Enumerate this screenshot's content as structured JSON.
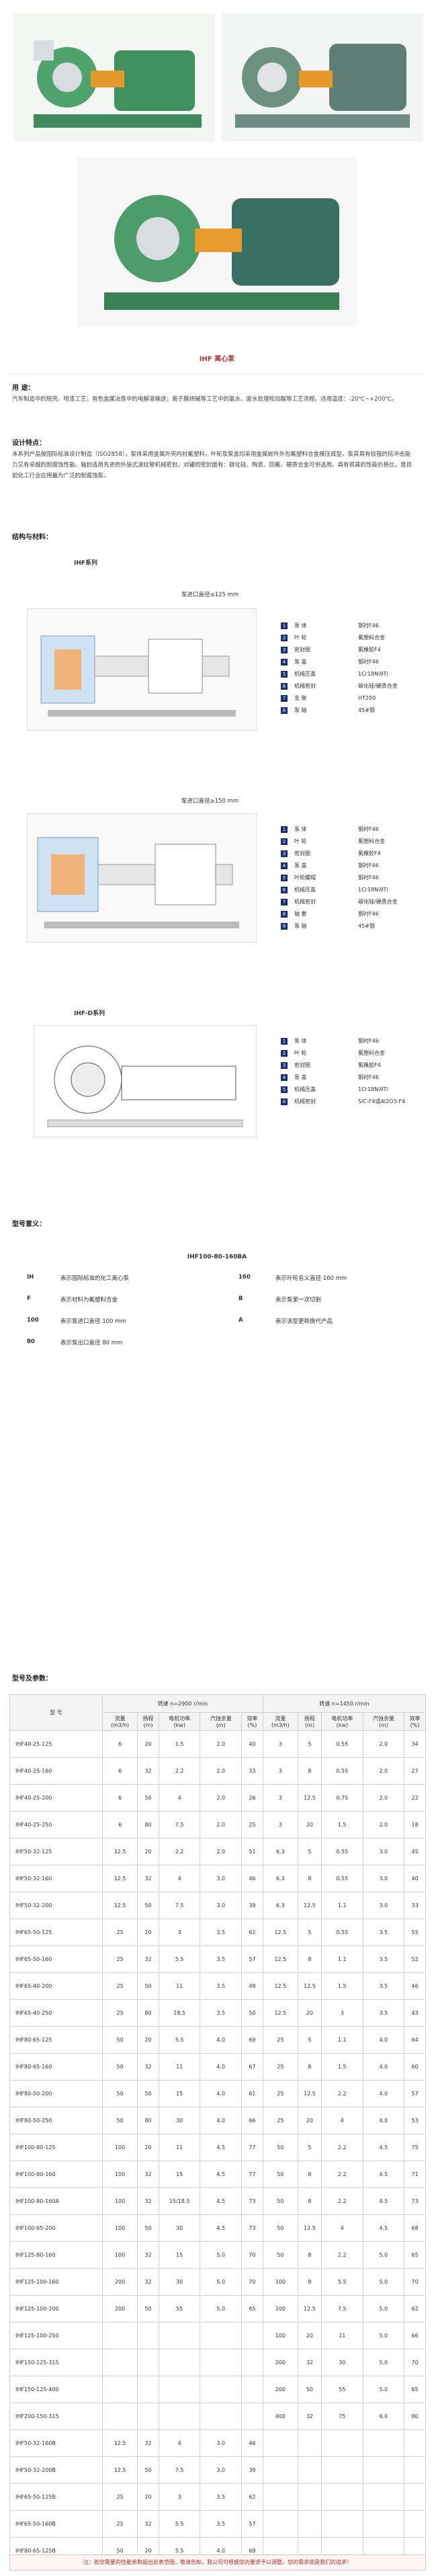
{
  "product_title": "IHF 离心泵",
  "sections": {
    "usage_title": "用 途：",
    "usage_text": "汽车制造中的脱壳、喷漆工艺；有色金属冶炼中的电解液输送；离子膜烧碱等工艺中的氯水、废水处理和加酸等工艺流程。适用温度：-20℃~+200℃。",
    "design_title": "设计特点：",
    "design_text": "本系列产品按国际标准设计制造（ISO2858），泵体采用金属外壳内衬氟塑料，叶轮及泵盖均采用金属嵌件外包氟塑料合金模压成型，泵其具有较强的抗冲击能力又有卓越的耐腐蚀性能。轴封选用先进的外装式波纹管机械密封，对罐的密封面有：碳化硅、陶瓷、四氟、硬质合金可供选用。具有很高的性能价格比，是目前化工行业应用最为广泛的耐腐蚀泵。",
    "structure_title": "结构与材料：",
    "ihf_series": "IHF系列",
    "diagram1_caption": "泵进口直径≤125 mm",
    "diagram2_caption": "泵进口直径≥150 mm",
    "ihf_d_series": "IHF-D系列",
    "model_title": "型号意义：",
    "model_example": "IHF100-80-160BA",
    "spec_title": "型号及参数："
  },
  "parts1": [
    {
      "n": "1",
      "name": "泵 体",
      "mat": "钢衬F46"
    },
    {
      "n": "2",
      "name": "叶 轮",
      "mat": "氟塑料合金"
    },
    {
      "n": "3",
      "name": "密封圈",
      "mat": "氟橡胶F4"
    },
    {
      "n": "4",
      "name": "泵 盖",
      "mat": "钢衬F46"
    },
    {
      "n": "5",
      "name": "机械压盖",
      "mat": "1Cr18Ni9Ti"
    },
    {
      "n": "6",
      "name": "机械密封",
      "mat": "碳化硅/硬质合金"
    },
    {
      "n": "7",
      "name": "支 架",
      "mat": "HT200"
    },
    {
      "n": "8",
      "name": "泵 轴",
      "mat": "45#钢"
    }
  ],
  "parts2": [
    {
      "n": "1",
      "name": "泵 体",
      "mat": "钢衬F46"
    },
    {
      "n": "2",
      "name": "叶 轮",
      "mat": "氟塑料合金"
    },
    {
      "n": "3",
      "name": "密封圈",
      "mat": "氟橡胶F4"
    },
    {
      "n": "4",
      "name": "泵 盖",
      "mat": "钢衬F46"
    },
    {
      "n": "5",
      "name": "叶轮螺帽",
      "mat": "钢衬F46"
    },
    {
      "n": "6",
      "name": "机械压盖",
      "mat": "1Cr18Ni9Ti"
    },
    {
      "n": "7",
      "name": "机械密封",
      "mat": "碳化硅/硬质合金"
    },
    {
      "n": "8",
      "name": "轴 套",
      "mat": "钢衬F46"
    },
    {
      "n": "9",
      "name": "泵 轴",
      "mat": "45#钢"
    }
  ],
  "parts3": [
    {
      "n": "1",
      "name": "泵 体",
      "mat": "钢衬F46"
    },
    {
      "n": "2",
      "name": "叶 轮",
      "mat": "氟塑料合金"
    },
    {
      "n": "3",
      "name": "密封圈",
      "mat": "氟橡胶F4"
    },
    {
      "n": "4",
      "name": "泵 盖",
      "mat": "钢衬F46"
    },
    {
      "n": "5",
      "name": "机械压盖",
      "mat": "1Cr18Ni9Ti"
    },
    {
      "n": "6",
      "name": "机械密封",
      "mat": "SiC-F4或Al2O3-F4"
    }
  ],
  "model_meaning": [
    {
      "code": "IH",
      "desc": "表示国际标准的化工离心泵",
      "code2": "160",
      "desc2": "表示叶轮名义直径 160 mm"
    },
    {
      "code": "F",
      "desc": "表示材料为氟塑料合金",
      "code2": "B",
      "desc2": "表示泵第一次切割"
    },
    {
      "code": "100",
      "desc": "表示泵进口直径 100 mm",
      "code2": "A",
      "desc2": "表示该型更新换代产品"
    },
    {
      "code": "80",
      "desc": "表示泵出口直径 80 mm",
      "code2": "",
      "desc2": ""
    }
  ],
  "spec": {
    "h_model": "型 号",
    "h_speed1": "转速 n=2900 r/min",
    "h_speed2": "转速 n=1450 r/min",
    "cols": [
      "流量\n(m3/h)",
      "扬程\n(m)",
      "电机功率\n(kw)",
      "汽蚀余量\n(m)",
      "效率\n(%)",
      "流量\n(m3/h)",
      "扬程\n(m)",
      "电机功率\n(kw)",
      "汽蚀余量\n(m)",
      "效率\n(%)"
    ],
    "rows": [
      [
        "IHF40-25-125",
        "6",
        "20",
        "1.5",
        "2.0",
        "40",
        "3",
        "5",
        "0.55",
        "2.0",
        "34"
      ],
      [
        "IHF40-25-160",
        "6",
        "32",
        "2.2",
        "2.0",
        "33",
        "3",
        "8",
        "0.55",
        "2.0",
        "27"
      ],
      [
        "IHF40-25-200",
        "6",
        "50",
        "4",
        "2.0",
        "26",
        "3",
        "12.5",
        "0.75",
        "2.0",
        "22"
      ],
      [
        "IHF40-25-250",
        "6",
        "80",
        "7.5",
        "2.0",
        "25",
        "3",
        "20",
        "1.5",
        "2.0",
        "18"
      ],
      [
        "IHF50-32-125",
        "12.5",
        "20",
        "2.2",
        "2.0",
        "51",
        "6.3",
        "5",
        "0.55",
        "3.0",
        "45"
      ],
      [
        "IHF50-32-160",
        "12.5",
        "32",
        "4",
        "3.0",
        "46",
        "6.3",
        "8",
        "0.55",
        "3.0",
        "40"
      ],
      [
        "IHF50-32-200",
        "12.5",
        "50",
        "7.5",
        "3.0",
        "39",
        "6.3",
        "12.5",
        "1.1",
        "3.0",
        "33"
      ],
      [
        "IHF65-50-125",
        "25",
        "20",
        "3",
        "3.5",
        "62",
        "12.5",
        "5",
        "0.55",
        "3.5",
        "55"
      ],
      [
        "IHF65-50-160",
        "25",
        "32",
        "5.5",
        "3.5",
        "57",
        "12.5",
        "8",
        "1.1",
        "3.5",
        "52"
      ],
      [
        "IHF65-40-200",
        "25",
        "50",
        "11",
        "3.5",
        "48",
        "12.5",
        "12.5",
        "1.5",
        "3.5",
        "46"
      ],
      [
        "IHF65-40-250",
        "25",
        "80",
        "18.5",
        "3.5",
        "50",
        "12.5",
        "20",
        "3",
        "3.5",
        "43"
      ],
      [
        "IHF80-65-125",
        "50",
        "20",
        "5.5",
        "4.0",
        "69",
        "25",
        "5",
        "1.1",
        "4.0",
        "64"
      ],
      [
        "IHF80-65-160",
        "50",
        "32",
        "11",
        "4.0",
        "67",
        "25",
        "8",
        "1.5",
        "4.0",
        "60"
      ],
      [
        "IHF80-50-200",
        "50",
        "50",
        "15",
        "4.0",
        "61",
        "25",
        "12.5",
        "2.2",
        "4.0",
        "57"
      ],
      [
        "IHF80-50-250",
        "50",
        "80",
        "30",
        "4.0",
        "66",
        "25",
        "20",
        "4",
        "4.0",
        "53"
      ],
      [
        "IHF100-80-125",
        "100",
        "20",
        "11",
        "4.5",
        "77",
        "50",
        "5",
        "2.2",
        "4.5",
        "75"
      ],
      [
        "IHF100-80-160",
        "100",
        "32",
        "15",
        "4.5",
        "77",
        "50",
        "8",
        "2.2",
        "4.5",
        "71"
      ],
      [
        "IHF100-80-160A",
        "100",
        "32",
        "15/18.5",
        "4.5",
        "73",
        "50",
        "8",
        "2.2",
        "4.5",
        "73"
      ],
      [
        "IHF100-65-200",
        "100",
        "50",
        "30",
        "4.5",
        "73",
        "50",
        "12.5",
        "4",
        "4.5",
        "68"
      ],
      [
        "IHF125-80-160",
        "100",
        "32",
        "15",
        "5.0",
        "70",
        "50",
        "8",
        "2.2",
        "5.0",
        "65"
      ],
      [
        "IHF125-100-160",
        "200",
        "32",
        "30",
        "5.0",
        "70",
        "100",
        "8",
        "5.5",
        "5.0",
        "70"
      ],
      [
        "IHF125-100-200",
        "200",
        "50",
        "55",
        "5.0",
        "65",
        "100",
        "12.5",
        "7.5",
        "5.0",
        "62"
      ],
      [
        "IHF125-100-250",
        "",
        "",
        "",
        "",
        "",
        "100",
        "20",
        "11",
        "5.0",
        "66"
      ],
      [
        "IHF150-125-315",
        "",
        "",
        "",
        "",
        "",
        "200",
        "32",
        "30",
        "5.0",
        "70"
      ],
      [
        "IHF150-125-400",
        "",
        "",
        "",
        "",
        "",
        "200",
        "50",
        "55",
        "5.0",
        "65"
      ],
      [
        "IHF200-150-315",
        "",
        "",
        "",
        "",
        "",
        "400",
        "32",
        "75",
        "6.0",
        "80"
      ],
      [
        "IHF50-32-160B",
        "12.5",
        "32",
        "4",
        "3.0",
        "46",
        "",
        "",
        "",
        "",
        ""
      ],
      [
        "IHF50-32-200B",
        "12.5",
        "50",
        "7.5",
        "3.0",
        "39",
        "",
        "",
        "",
        "",
        ""
      ],
      [
        "IHF65-50-125B",
        "25",
        "20",
        "3",
        "3.5",
        "62",
        "",
        "",
        "",
        "",
        ""
      ],
      [
        "IHF65-50-160B",
        "25",
        "32",
        "5.5",
        "3.5",
        "57",
        "",
        "",
        "",
        "",
        ""
      ],
      [
        "IHF80-65-125B",
        "50",
        "20",
        "5.5",
        "4.0",
        "69",
        "",
        "",
        "",
        "",
        ""
      ]
    ]
  },
  "note": "注：若您需要的性能参数超出此表范围，敬请告知，我公司可根据您的要求予以调整，您的需求就是我们的追求！"
}
